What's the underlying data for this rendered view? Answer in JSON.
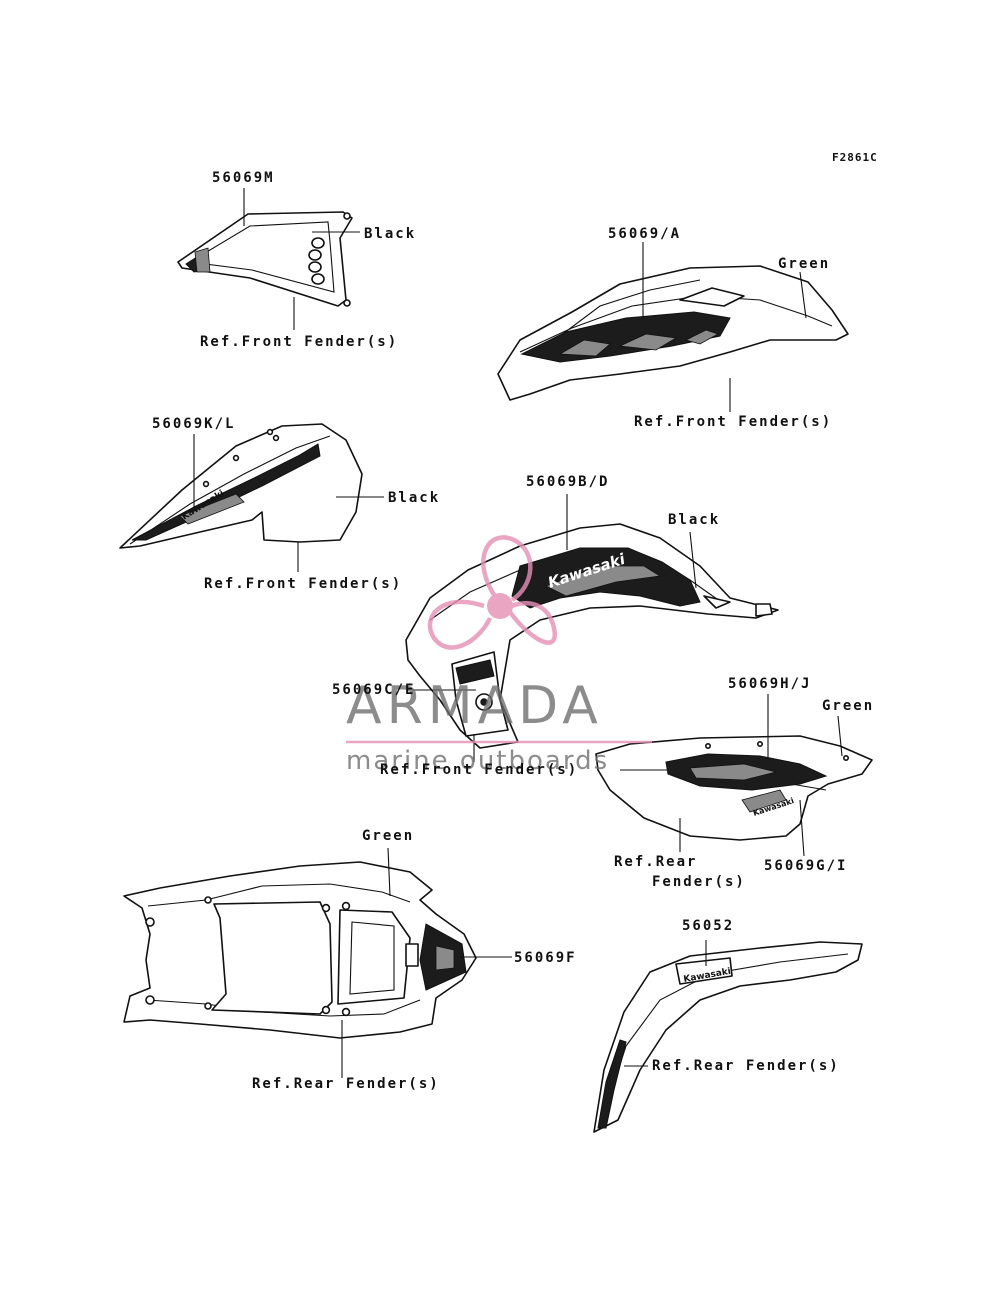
{
  "figure_code": "F2861C",
  "labels": {
    "m56069M": "56069M",
    "black_m": "Black",
    "ref_front_1": "Ref.Front Fender(s)",
    "m56069A": "56069/A",
    "green_a": "Green",
    "ref_front_2": "Ref.Front Fender(s)",
    "m56069KL": "56069K/L",
    "black_kl": "Black",
    "ref_front_3": "Ref.Front Fender(s)",
    "m56069BD": "56069B/D",
    "black_bd": "Black",
    "m56069CE": "56069C/E",
    "ref_front_4": "Ref.Front Fender(s)",
    "m56069HJ": "56069H/J",
    "green_hj": "Green",
    "ref_rear_1_line1": "Ref.Rear",
    "ref_rear_1_line2": "Fender(s)",
    "m56069GI": "56069G/I",
    "green_f": "Green",
    "m56069F": "56069F",
    "ref_rear_2": "Ref.Rear Fender(s)",
    "m56052": "56052",
    "ref_rear_3": "Ref.Rear Fender(s)"
  },
  "decal_text": {
    "kawasaki": "Kawasaki"
  },
  "watermark": {
    "brand": "ARMADA",
    "tagline": "marine outboards",
    "logo_color": "#e58fb5",
    "text_color": "#6d6d6d"
  },
  "colors": {
    "ink": "#111111",
    "decal_dark": "#1c1c1c",
    "decal_grey": "#8a8a8a"
  }
}
